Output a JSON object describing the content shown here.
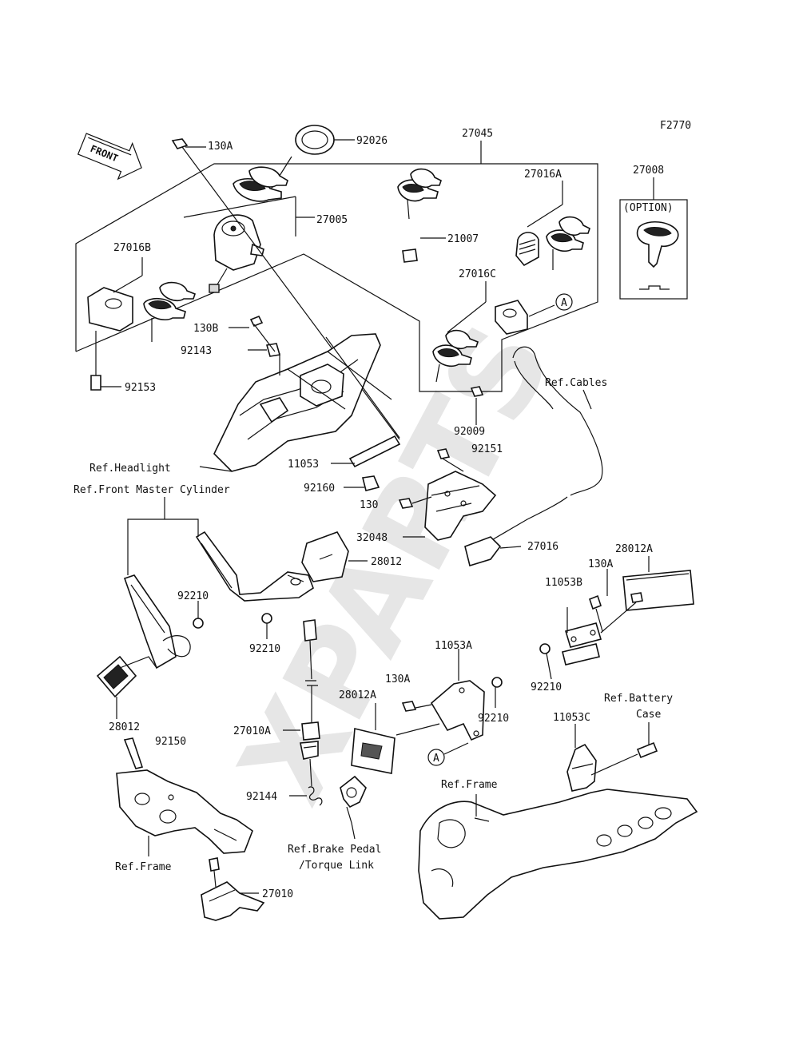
{
  "figure_id": "F2770",
  "front_arrow": "FRONT",
  "watermark": "XPARTS",
  "option_label": "(OPTION)",
  "callouts": {
    "c130A_top": "130A",
    "c92026": "92026",
    "c27045": "27045",
    "c27008": "27008",
    "c27016A": "27016A",
    "c27005": "27005",
    "c21007": "21007",
    "c27016B": "27016B",
    "c27016C": "27016C",
    "cA_top": "A",
    "c130B": "130B",
    "c92143": "92143",
    "c92153": "92153",
    "cRefCables": "Ref.Cables",
    "c92009": "92009",
    "c92151": "92151",
    "cRefHeadlight": "Ref.Headlight",
    "c11053": "11053",
    "c92160": "92160",
    "cRefFrontMaster": "Ref.Front Master Cylinder",
    "c130_mid": "130",
    "c32048": "32048",
    "c27016": "27016",
    "c28012_mid": "28012",
    "c28012A_right": "28012A",
    "c130A_right": "130A",
    "c11053B": "11053B",
    "c92210_left": "92210",
    "c92210_mid": "92210",
    "c92210_right": "92210",
    "c11053A": "11053A",
    "c130A_lower": "130A",
    "c28012A_lower": "28012A",
    "c92210_lower": "92210",
    "cA_lower": "A",
    "cRefBatteryCase_1": "Ref.Battery",
    "cRefBatteryCase_2": "Case",
    "c11053C": "11053C",
    "c28012_left": "28012",
    "c92150": "92150",
    "c27010A": "27010A",
    "c92144": "92144",
    "cRefFrame_right": "Ref.Frame",
    "cRefBrake_1": "Ref.Brake Pedal",
    "cRefBrake_2": "/Torque Link",
    "cRefFrame_left": "Ref.Frame",
    "c27010": "27010"
  }
}
